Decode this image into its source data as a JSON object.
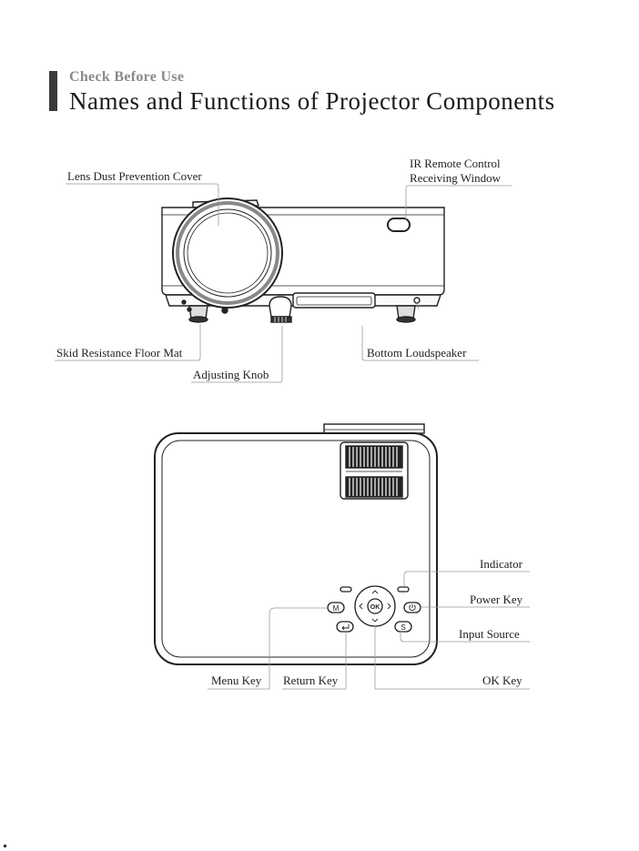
{
  "header": {
    "subtitle": "Check Before Use",
    "title": "Names and Functions of Projector Components"
  },
  "front_view": {
    "labels": {
      "ir_window_line1": "IR Remote Control",
      "ir_window_line2": "Receiving Window",
      "lens_cover": "Lens Dust Prevention Cover",
      "floor_mat": "Skid Resistance Floor Mat",
      "adjusting_knob": "Adjusting Knob",
      "loudspeaker": "Bottom Loudspeaker"
    }
  },
  "top_view": {
    "labels": {
      "indicator": "Indicator",
      "power_key": "Power Key",
      "input_source": "Input Source",
      "menu_key": "Menu Key",
      "return_key": "Return Key",
      "ok_key": "OK Key"
    },
    "button_glyphs": {
      "menu": "M",
      "source": "S",
      "ok": "OK"
    }
  }
}
